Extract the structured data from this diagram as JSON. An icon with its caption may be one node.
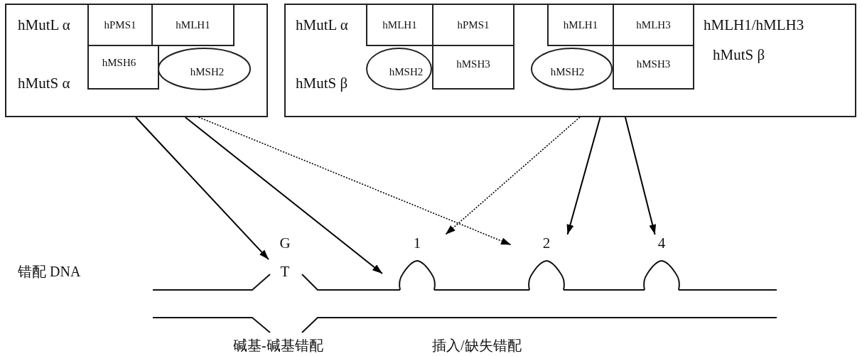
{
  "diagram": {
    "nodes": [
      {
        "text": [
          "hMutL α",
          "hMutS α"
        ]
      },
      {
        "text": [
          "hPMS1"
        ],
        "in": 0
      },
      {
        "text": [
          "hMLH1"
        ],
        "in": 0
      },
      {
        "text": [
          "hMSH6"
        ],
        "in": 0
      },
      {
        "text": [
          "hMSH2"
        ],
        "in": 0
      },
      {
        "text": [
          "hMutL α",
          "hMutS β",
          "hMLH1/hMLH3",
          "hMutS β"
        ]
      },
      {
        "text": [
          "hMLH1"
        ],
        "in": 5
      },
      {
        "text": [
          "hPMS1"
        ],
        "in": 5
      },
      {
        "text": [
          "hMSH2"
        ],
        "in": 5
      },
      {
        "text": [
          "hMSH3"
        ],
        "in": 5
      },
      {
        "text": [
          "hMLH1"
        ],
        "in": 5
      },
      {
        "text": [
          "hMLH3"
        ],
        "in": 5
      },
      {
        "text": [
          "hMSH2"
        ],
        "in": 5
      },
      {
        "text": [
          "hMSH3"
        ],
        "in": 5
      },
      {
        "text": [
          "G",
          "T"
        ]
      },
      {
        "text": [
          "1"
        ]
      },
      {
        "text": [
          "2"
        ]
      },
      {
        "text": [
          "4"
        ]
      }
    ],
    "edges": [
      {
        "from": 0,
        "to": 14,
        "arrow": "to"
      },
      {
        "from": 0,
        "to": 15,
        "arrow": "to"
      },
      {
        "from": 0,
        "to": 16,
        "arrow": "to",
        "style": "dashed"
      },
      {
        "from": 5,
        "to": 15,
        "arrow": "to",
        "style": "dashed"
      },
      {
        "from": 5,
        "to": 16,
        "arrow": "to"
      },
      {
        "from": 5,
        "to": 17,
        "arrow": "to"
      }
    ],
    "labels": [
      "错配 DNA",
      "碱基-碱基错配",
      "插入/缺失错配"
    ]
  }
}
